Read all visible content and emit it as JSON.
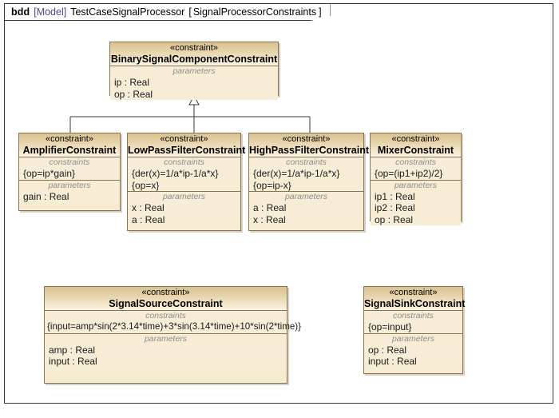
{
  "diagram": {
    "kind": "bdd",
    "model_ref": "[Model]",
    "name": "TestCaseSignalProcessor",
    "bracket_open": "[",
    "scope": "SignalProcessorConstraints",
    "bracket_close": "]",
    "stereotype": "«constraint»",
    "compartment_labels": {
      "constraints": "constraints",
      "parameters": "parameters"
    },
    "colors": {
      "block_fill": "#f6ecd2",
      "block_header_top": "#d9c191",
      "block_header_bottom": "#fbf5e6",
      "block_border": "#8a7450",
      "frame_border": "#3a3a3a",
      "model_ref_text": "#4a4a8a",
      "compartment_label_text": "#8d8d8d",
      "connector": "#3a3a3a"
    }
  },
  "blocks": [
    {
      "id": "binary-signal-component-constraint",
      "stereotype": "«constraint»",
      "name": "BinarySignalComponentConstraint",
      "constraints_label": "",
      "constraints": [],
      "parameters_label": "parameters",
      "parameters": [
        "ip : Real",
        "op : Real"
      ]
    },
    {
      "id": "amplifier-constraint",
      "stereotype": "«constraint»",
      "name": "AmplifierConstraint",
      "constraints_label": "constraints",
      "constraints": [
        "{op=ip*gain}"
      ],
      "parameters_label": "parameters",
      "parameters": [
        "gain : Real"
      ]
    },
    {
      "id": "low-pass-filter-constraint",
      "stereotype": "«constraint»",
      "name": "LowPassFilterConstraint",
      "constraints_label": "constraints",
      "constraints": [
        "{der(x)=1/a*ip-1/a*x}",
        "{op=x}"
      ],
      "parameters_label": "parameters",
      "parameters": [
        "x : Real",
        "a : Real"
      ]
    },
    {
      "id": "high-pass-filter-constraint",
      "stereotype": "«constraint»",
      "name": "HighPassFilterConstraint",
      "constraints_label": "constraints",
      "constraints": [
        "{der(x)=1/a*ip-1/a*x}",
        "{op=ip-x}"
      ],
      "parameters_label": "parameters",
      "parameters": [
        "a : Real",
        "x : Real"
      ]
    },
    {
      "id": "mixer-constraint",
      "stereotype": "«constraint»",
      "name": "MixerConstraint",
      "constraints_label": "constraints",
      "constraints": [
        "{op=(ip1+ip2)/2}"
      ],
      "parameters_label": "parameters",
      "parameters": [
        "ip1 : Real",
        "ip2 : Real",
        "op : Real"
      ]
    },
    {
      "id": "signal-source-constraint",
      "stereotype": "«constraint»",
      "name": "SignalSourceConstraint",
      "constraints_label": "constraints",
      "constraints": [
        "{input=amp*sin(2*3.14*time)+3*sin(3.14*time)+10*sin(2*time)}"
      ],
      "parameters_label": "parameters",
      "parameters": [
        "amp : Real",
        "input : Real"
      ]
    },
    {
      "id": "signal-sink-constraint",
      "stereotype": "«constraint»",
      "name": "SignalSinkConstraint",
      "constraints_label": "constraints",
      "constraints": [
        "{op=input}"
      ],
      "parameters_label": "parameters",
      "parameters": [
        "op : Real",
        "input : Real"
      ]
    }
  ]
}
